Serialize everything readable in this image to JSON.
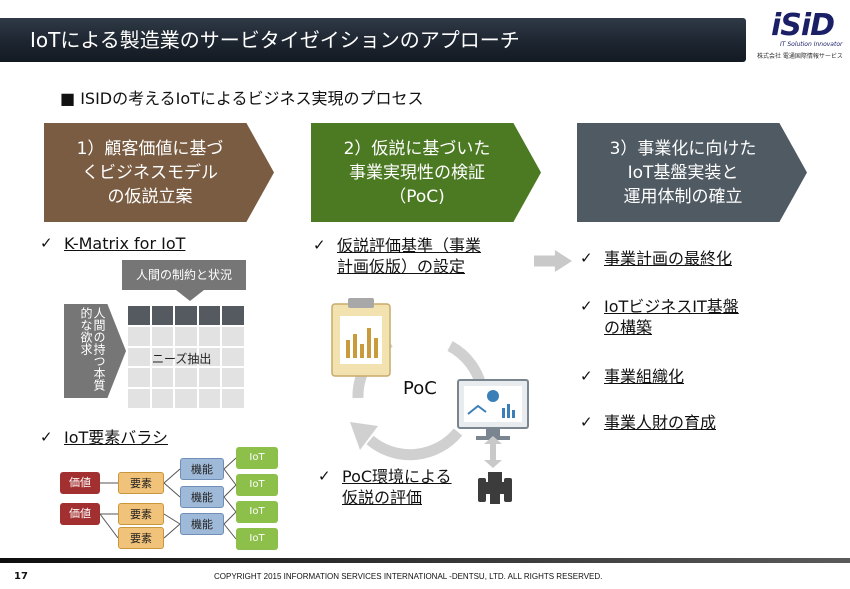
{
  "header": {
    "title": "IoTによる製造業のサービタイゼイションのアプローチ",
    "logo_mark": "iSiD",
    "logo_sub": "IT Solution Innovator",
    "logo_company": "株式会社 電通国際情報サービス"
  },
  "subheading": "■ ISIDの考えるIoTによるビジネス実現のプロセス",
  "steps": [
    {
      "lines": [
        "1）顧客価値に基づ",
        "くビジネスモデル",
        "の仮説立案"
      ],
      "color": "#7a5c42"
    },
    {
      "lines": [
        "2）仮説に基づいた",
        "事業実現性の検証",
        "（PoC)"
      ],
      "color": "#4c7a23"
    },
    {
      "lines": [
        "3）事業化に向けた",
        "IoT基盤実装と",
        "運用体制の確立"
      ],
      "color": "#4f5a63"
    }
  ],
  "column1": {
    "kmatrix_title": "K-Matrix for IoT",
    "kmatrix_top_label": "人間の制約と状況",
    "kmatrix_left_label": "人間の持つ本質的な欲求",
    "kmatrix_grid_label": "ニーズ抽出",
    "tree_title": "IoT要素バラシ",
    "tree": {
      "values": [
        "価値",
        "価値"
      ],
      "elements": [
        "要素",
        "要素",
        "要素"
      ],
      "functions": [
        "機能",
        "機能",
        "機能"
      ],
      "iots": [
        "IoT",
        "IoT",
        "IoT",
        "IoT"
      ]
    }
  },
  "column2": {
    "item1": [
      "仮説評価基準（事業",
      "計画仮版）の設定"
    ],
    "poc_label": "PoC",
    "item2": [
      "PoC環境による",
      "仮説の評価"
    ]
  },
  "column3": {
    "items": [
      [
        "事業計画の最終化"
      ],
      [
        "IoTビジネスIT基盤",
        "の構築"
      ],
      [
        "事業組織化"
      ],
      [
        "事業人財の育成"
      ]
    ]
  },
  "icons": {
    "check": "check-icon",
    "clipboard": "clipboard-icon",
    "monitor": "monitor-chart-icon",
    "tractor": "tractor-icon",
    "cycle": "cycle-arrows-icon"
  },
  "footer": {
    "page": "17",
    "copyright": "COPYRIGHT 2015 INFORMATION SERVICES INTERNATIONAL -DENTSU, LTD. ALL RIGHTS RESERVED."
  }
}
